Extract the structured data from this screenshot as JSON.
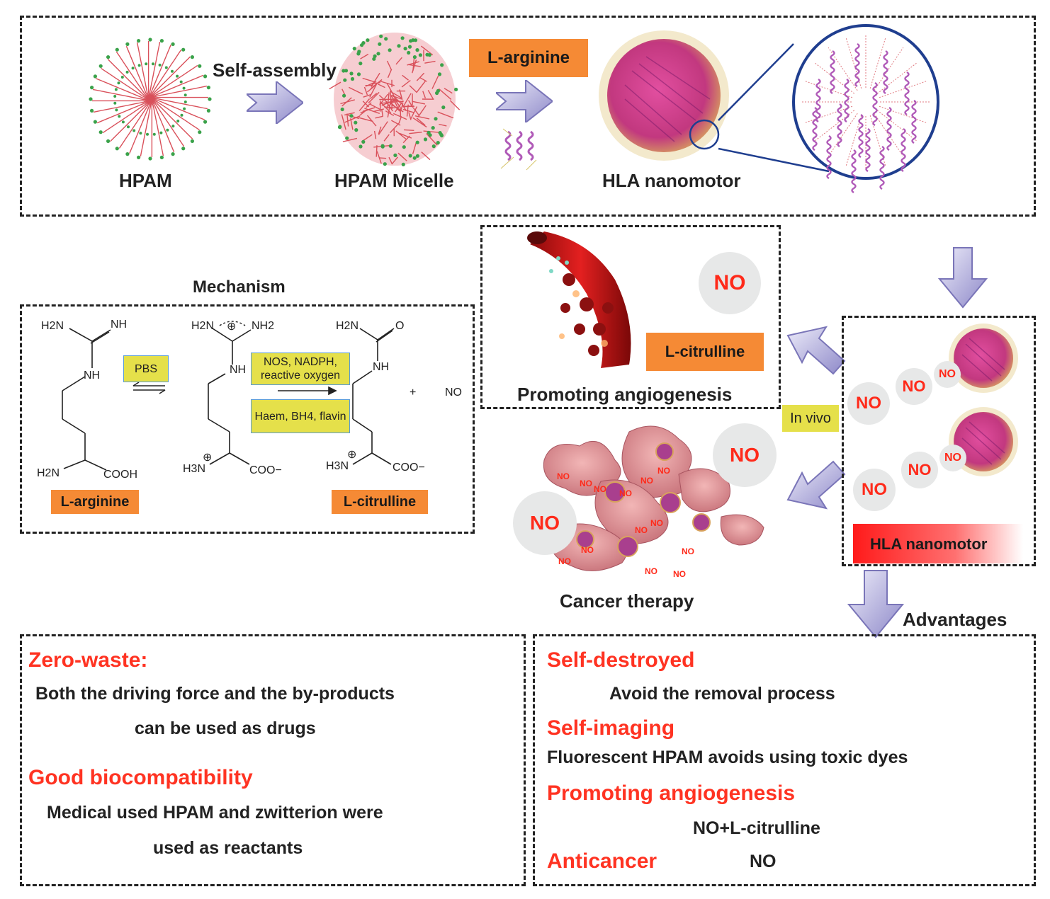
{
  "top_panel": {
    "hpam_label": "HPAM",
    "self_assembly_label": "Self-assembly",
    "micelle_label": "HPAM Micelle",
    "arginine_tag": "L-arginine",
    "nanomotor_label": "HLA nanomotor"
  },
  "mechanism": {
    "title": "Mechanism",
    "arginine_tag": "L-arginine",
    "citrulline_tag": "L-citrulline",
    "pbs_label": "PBS",
    "enzyme_label": "NOS, NADPH, reactive oxygen",
    "cofactor_label": "Haem, BH4, flavin",
    "plus": "+",
    "no_product": "NO",
    "atoms": {
      "h2n": "H2N",
      "nh": "NH",
      "nh2": "NH2",
      "o": "O",
      "cooh": "COOH",
      "coo": "COO−",
      "h3n": "H3N",
      "plus_circle": "⊕"
    }
  },
  "angiogenesis_panel": {
    "no_bubble": "NO",
    "citrulline_tag": "L-citrulline",
    "caption": "Promoting angiogenesis"
  },
  "in_vivo_label": "In vivo",
  "nanomotor_panel": {
    "no_labels": [
      "NO",
      "NO",
      "NO",
      "NO",
      "NO",
      "NO"
    ],
    "bar_label": "HLA nanomotor"
  },
  "cancer_panel": {
    "no_large": [
      "NO",
      "NO"
    ],
    "no_small": [
      "NO",
      "NO",
      "NO",
      "NO",
      "NO",
      "NO",
      "NO",
      "NO",
      "NO",
      "NO",
      "NO",
      "NO",
      "NO"
    ],
    "caption": "Cancer therapy"
  },
  "advantages_label": "Advantages",
  "bottom_left": {
    "zero_waste_title": "Zero-waste:",
    "zero_waste_line1": "Both the driving force and the by-products",
    "zero_waste_line2": "can be used as drugs",
    "biocompat_title": "Good biocompatibility",
    "biocompat_line1": "Medical used HPAM and zwitterion were",
    "biocompat_line2": "used as reactants"
  },
  "bottom_right": {
    "self_destroyed_title": "Self-destroyed",
    "self_destroyed_text": "Avoid the removal process",
    "self_imaging_title": "Self-imaging",
    "self_imaging_text": "Fluorescent HPAM avoids using toxic dyes",
    "angiogenesis_title": "Promoting angiogenesis",
    "angiogenesis_text": "NO+L-citrulline",
    "anticancer_title": "Anticancer",
    "anticancer_text": "NO"
  },
  "colors": {
    "orange_tag": "#f58a35",
    "red_text": "#ff3322",
    "arrow_fill": "#b3b0dc",
    "yellow_box": "#e5e04a",
    "bubble_gray": "#e7e8e8",
    "polymer_red": "#d9505a",
    "polymer_green": "#3aa24a",
    "helix_purple": "#b05ab8"
  }
}
